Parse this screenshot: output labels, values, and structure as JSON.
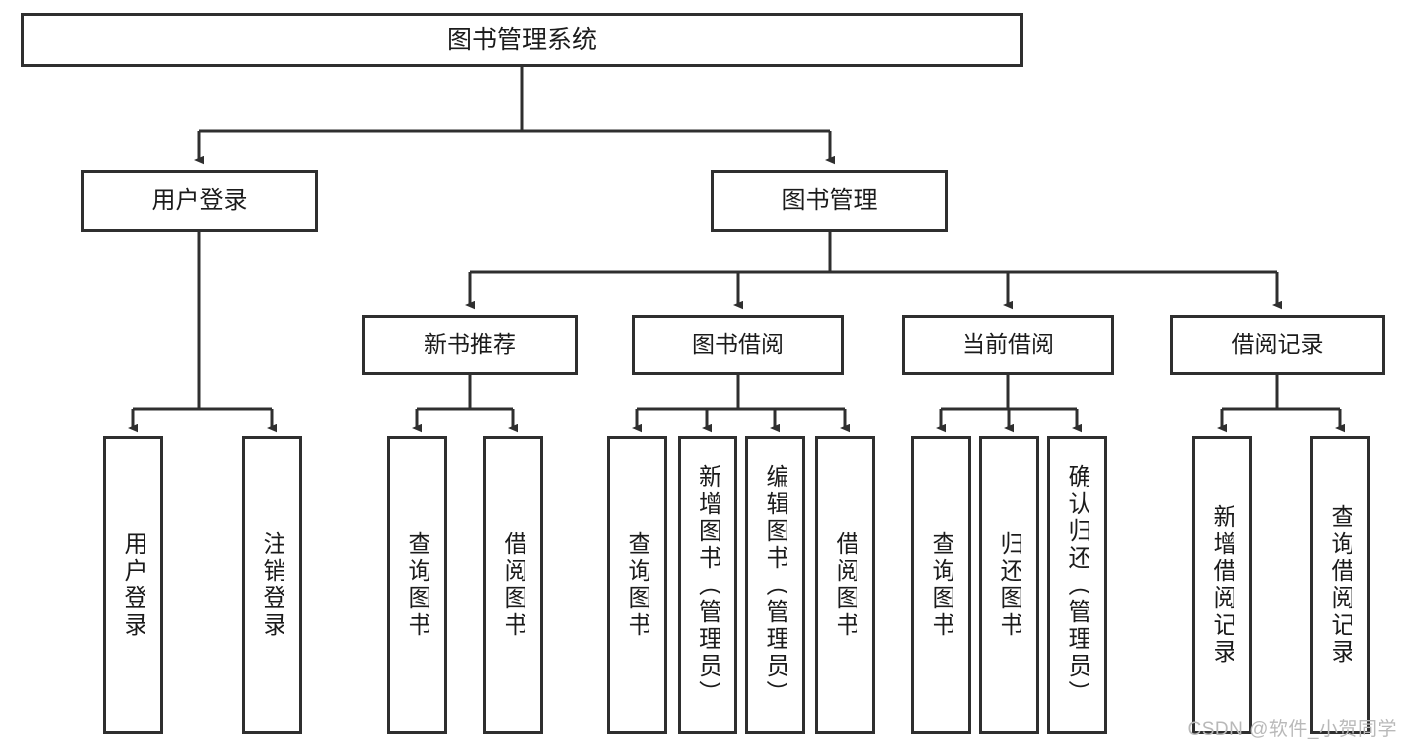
{
  "diagram": {
    "title": "图书管理系统",
    "type": "tree-hierarchy-diagram",
    "orientation": "top-down",
    "colors": {
      "box_border": "#2f2f2f",
      "box_fill": "#ffffff",
      "edge": "#2f2f2f",
      "text": "#1b1b1b",
      "watermark": "#b9b9b9"
    }
  },
  "nodes": {
    "root": {
      "label": "图书管理系统"
    },
    "level1": [
      {
        "id": "user-login",
        "label": "用户登录"
      },
      {
        "id": "book-management",
        "label": "图书管理"
      }
    ],
    "level2": [
      {
        "id": "new-book-recommend",
        "label": "新书推荐"
      },
      {
        "id": "book-borrow",
        "label": "图书借阅"
      },
      {
        "id": "current-borrow",
        "label": "当前借阅"
      },
      {
        "id": "borrow-record",
        "label": "借阅记录"
      }
    ],
    "leaves": {
      "user_login": [
        {
          "id": "leaf-user-login",
          "label": "用户登录"
        },
        {
          "id": "leaf-logout-login",
          "label": "注销登录"
        }
      ],
      "new_book_recommend": [
        {
          "id": "leaf-query-book-1",
          "label": "查询图书"
        },
        {
          "id": "leaf-borrow-book-1",
          "label": "借阅图书"
        }
      ],
      "book_borrow": [
        {
          "id": "leaf-query-book-2",
          "label": "查询图书"
        },
        {
          "id": "leaf-add-book",
          "label": "新增图书（管理员）"
        },
        {
          "id": "leaf-edit-book",
          "label": "编辑图书（管理员）"
        },
        {
          "id": "leaf-borrow-book-2",
          "label": "借阅图书"
        }
      ],
      "current_borrow": [
        {
          "id": "leaf-query-book-3",
          "label": "查询图书"
        },
        {
          "id": "leaf-return-book",
          "label": "归还图书"
        },
        {
          "id": "leaf-confirm-return",
          "label": "确认归还（管理员）"
        }
      ],
      "borrow_record": [
        {
          "id": "leaf-add-borrow-record",
          "label": "新增借阅记录"
        },
        {
          "id": "leaf-query-borrow-record",
          "label": "查询借阅记录"
        }
      ]
    }
  },
  "watermark": {
    "text": "CSDN @软件_小贺同学"
  }
}
